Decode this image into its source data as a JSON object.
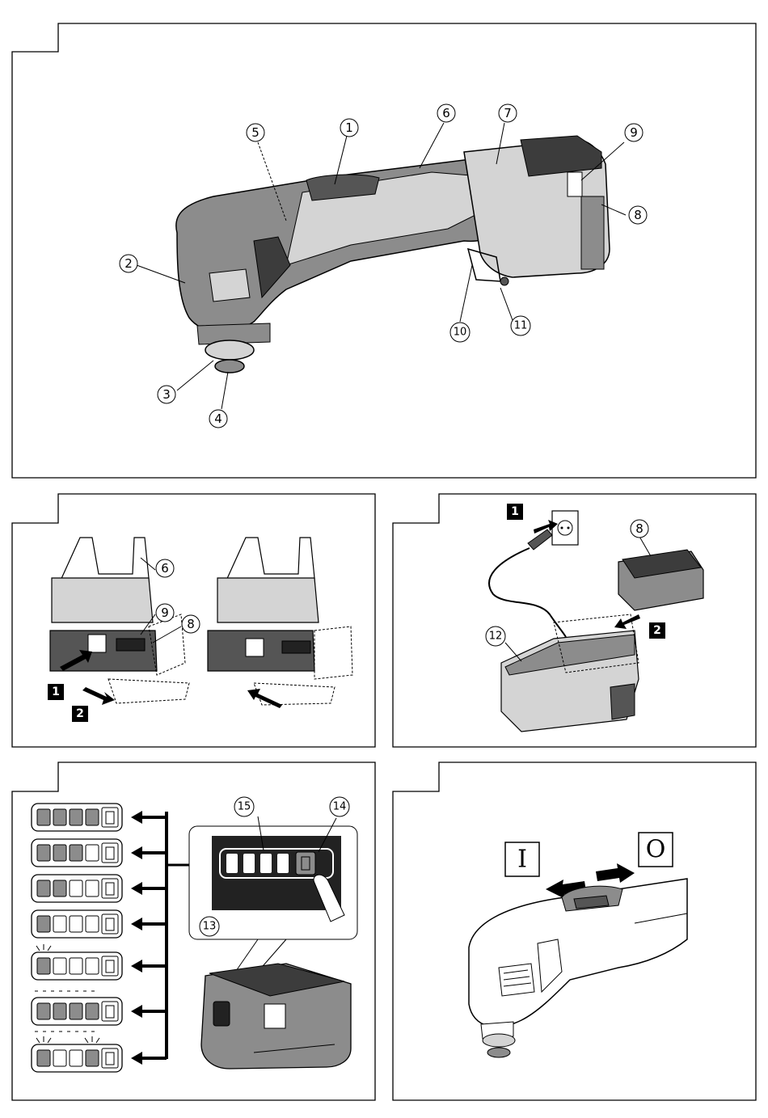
{
  "panel1": {
    "callouts": [
      "1",
      "2",
      "3",
      "4",
      "5",
      "6",
      "7",
      "8",
      "9",
      "10",
      "11"
    ]
  },
  "panel2": {
    "callouts": [
      "6",
      "9",
      "8"
    ],
    "steps": [
      "1",
      "2"
    ]
  },
  "panel3": {
    "callouts": [
      "8",
      "12"
    ],
    "steps": [
      "1",
      "2"
    ]
  },
  "panel4": {
    "callouts": [
      "15",
      "14",
      "13"
    ]
  },
  "panel5": {
    "switch_on_symbol": "I",
    "switch_off_symbol": "O"
  },
  "colors": {
    "line": "#000000",
    "tool_gray": "#8c8c8c",
    "tool_light": "#d4d4d4",
    "tool_dark": "#3c3c3c",
    "indicator_bg": "#222222"
  }
}
